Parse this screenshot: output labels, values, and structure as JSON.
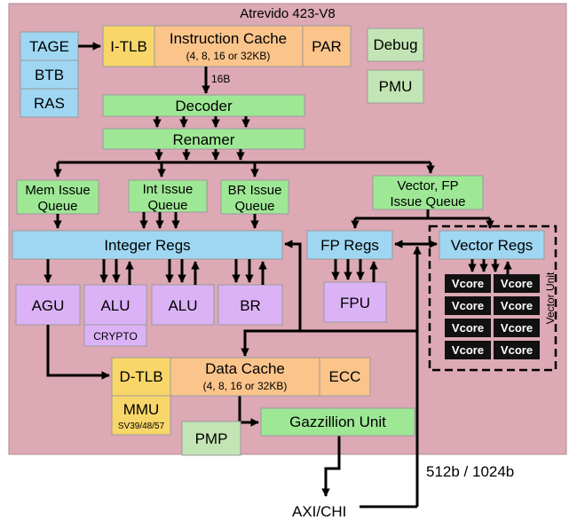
{
  "title": "Atrevido 423-V8",
  "frontend": {
    "tage": "TAGE",
    "btb": "BTB",
    "ras": "RAS",
    "itlb": "I-TLB",
    "icache_title": "Instruction Cache",
    "icache_sizes": "(4, 8, 16 or 32KB)",
    "par": "PAR",
    "debug": "Debug",
    "pmu": "PMU",
    "fetch_width": "16B"
  },
  "pipeline": {
    "decoder": "Decoder",
    "renamer": "Renamer"
  },
  "queues": {
    "mem_line1": "Mem Issue",
    "mem_line2": "Queue",
    "int_line1": "Int Issue",
    "int_line2": "Queue",
    "br_line1": "BR Issue",
    "br_line2": "Queue",
    "vec_line1": "Vector, FP",
    "vec_line2": "Issue Queue"
  },
  "regs": {
    "integer": "Integer Regs",
    "fp": "FP Regs",
    "vector": "Vector Regs"
  },
  "units": {
    "agu": "AGU",
    "alu1": "ALU",
    "alu2": "ALU",
    "br": "BR",
    "fpu": "FPU",
    "crypto": "CRYPTO",
    "vcore": "Vcore",
    "vector_unit": "Vector Unit"
  },
  "memory": {
    "dtlb": "D-TLB",
    "dcache_title": "Data Cache",
    "dcache_sizes": "(4, 8, 16 or 32KB)",
    "ecc": "ECC",
    "mmu": "MMU",
    "mmu_modes": "SV39/48/57",
    "gazzillion": "Gazzillion Unit",
    "pmp": "PMP"
  },
  "external": {
    "bus": "AXI/CHI",
    "width": "512b / 1024b"
  },
  "colors": {
    "core_bg": "#dca9b5",
    "blue": "#9fd7f2",
    "orange": "#fbc48b",
    "green": "#9ee895",
    "lightgreen": "#c3e5b5",
    "purple": "#dcb2f7",
    "yellow": "#f9d66a",
    "vcore": "#111111"
  }
}
